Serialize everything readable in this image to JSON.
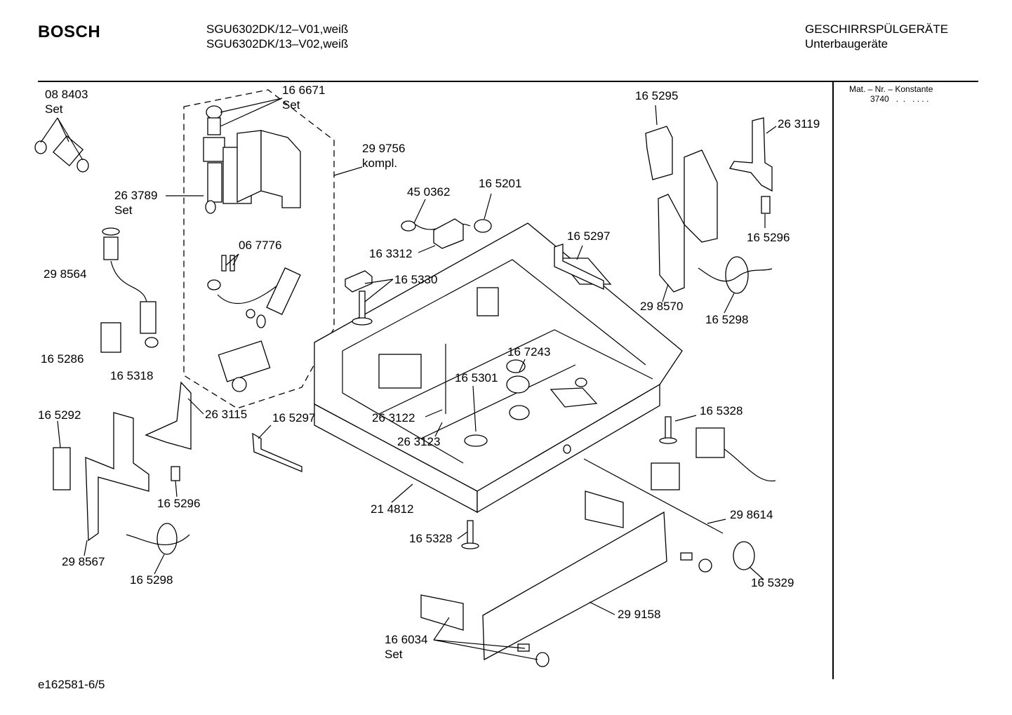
{
  "header": {
    "brand": "BOSCH",
    "models": [
      "SGU6302DK/12–V01,weiß",
      "SGU6302DK/13–V02,weiß"
    ],
    "category": "GESCHIRRSPÜLGERÄTE",
    "subcategory": "Unterbaugeräte"
  },
  "side_meta": {
    "label": "Mat. – Nr. – Konstante",
    "value": "3740"
  },
  "footer": {
    "drawing_id": "e162581-6/5"
  },
  "parts": [
    {
      "id": "p1",
      "lines": [
        "08 8403",
        "Set"
      ]
    },
    {
      "id": "p2",
      "lines": [
        "16 6671",
        "Set"
      ]
    },
    {
      "id": "p3",
      "lines": [
        "29 9756",
        "kompl."
      ]
    },
    {
      "id": "p4",
      "lines": [
        "26 3789",
        "Set"
      ]
    },
    {
      "id": "p5",
      "lines": [
        "06 7776"
      ]
    },
    {
      "id": "p6",
      "lines": [
        "29 8564"
      ]
    },
    {
      "id": "p7",
      "lines": [
        "16 5286"
      ]
    },
    {
      "id": "p8",
      "lines": [
        "16 5318"
      ]
    },
    {
      "id": "p9",
      "lines": [
        "45 0362"
      ]
    },
    {
      "id": "p10",
      "lines": [
        "16 5201"
      ]
    },
    {
      "id": "p11",
      "lines": [
        "16 3312"
      ]
    },
    {
      "id": "p12",
      "lines": [
        "16 5330"
      ]
    },
    {
      "id": "p13",
      "lines": [
        "16 5297"
      ]
    },
    {
      "id": "p14",
      "lines": [
        "16 5295"
      ]
    },
    {
      "id": "p15",
      "lines": [
        "26 3119"
      ]
    },
    {
      "id": "p16",
      "lines": [
        "16 5296"
      ]
    },
    {
      "id": "p17",
      "lines": [
        "29 8570"
      ]
    },
    {
      "id": "p18",
      "lines": [
        "16 5298"
      ]
    },
    {
      "id": "p19",
      "lines": [
        "16 7243"
      ]
    },
    {
      "id": "p20",
      "lines": [
        "16 5301"
      ]
    },
    {
      "id": "p21",
      "lines": [
        "26 3122"
      ]
    },
    {
      "id": "p22",
      "lines": [
        "26 3123"
      ]
    },
    {
      "id": "p23",
      "lines": [
        "16 5292"
      ]
    },
    {
      "id": "p24",
      "lines": [
        "26 3115"
      ]
    },
    {
      "id": "p25",
      "lines": [
        "16 5297"
      ]
    },
    {
      "id": "p26",
      "lines": [
        "16 5296"
      ]
    },
    {
      "id": "p27",
      "lines": [
        "29 8567"
      ]
    },
    {
      "id": "p28",
      "lines": [
        "16 5298"
      ]
    },
    {
      "id": "p29",
      "lines": [
        "21 4812"
      ]
    },
    {
      "id": "p30",
      "lines": [
        "16 5328"
      ]
    },
    {
      "id": "p31",
      "lines": [
        "16 5328"
      ]
    },
    {
      "id": "p32",
      "lines": [
        "29 8614"
      ]
    },
    {
      "id": "p33",
      "lines": [
        "16 5329"
      ]
    },
    {
      "id": "p34",
      "lines": [
        "29 9158"
      ]
    },
    {
      "id": "p35",
      "lines": [
        "16 6034",
        "Set"
      ]
    }
  ]
}
